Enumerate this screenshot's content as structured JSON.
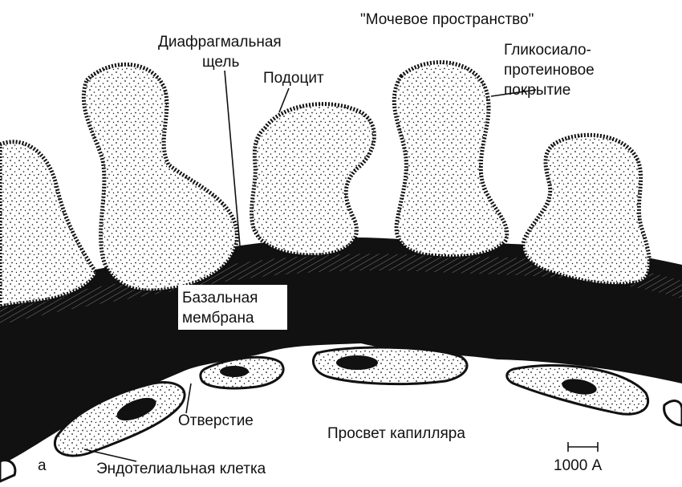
{
  "labels": {
    "urinary_space": "\"Мочевое пространство\"",
    "diaphragm_slit_1": "Диафрагмальная",
    "diaphragm_slit_2": "щель",
    "podocyte": "Подоцит",
    "glyco_1": "Гликосиало-",
    "glyco_2": "протеиновое",
    "glyco_3": "покрытие",
    "basal_1": "Базальная",
    "basal_2": "мембрана",
    "opening": "Отверстие",
    "lumen": "Просвет капилляра",
    "endothelial": "Эндотелиальная клетка",
    "panel": "а",
    "scale": "1000 А"
  },
  "colors": {
    "ink": "#111111",
    "paper": "#ffffff"
  }
}
